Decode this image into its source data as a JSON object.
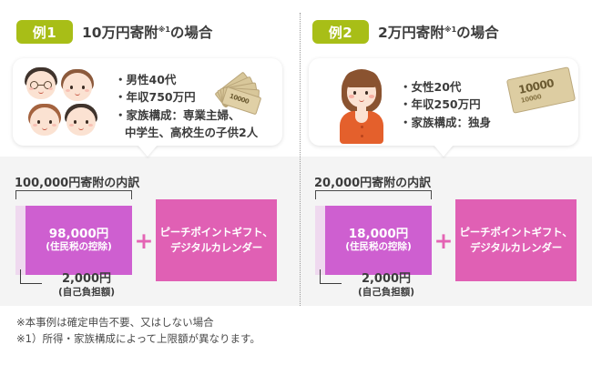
{
  "examples": [
    {
      "badge": "例1",
      "title": "10万円寄附",
      "title_sup": "※1",
      "title_tail": "の場合",
      "persona": {
        "bullets": [
          "・男性40代",
          "・年収750万円",
          "・家族構成：専業主婦、",
          "中学生、高校生の子供2人"
        ],
        "money_icon": "banknote-fan-icon",
        "bill_text": "10000"
      },
      "breakdown_title": "100,000円寄附の内訳",
      "deduction": {
        "amount": "98,000円",
        "label": "(住民税の控除)"
      },
      "plus": "+",
      "gift": {
        "line1": "ピーチポイントギフト、",
        "line2": "デジタルカレンダー"
      },
      "selfpay": {
        "amount": "2,000円",
        "label": "(自己負担額)"
      }
    },
    {
      "badge": "例2",
      "title": "2万円寄附",
      "title_sup": "※1",
      "title_tail": "の場合",
      "persona": {
        "bullets": [
          "・女性20代",
          "・年収250万円",
          "・家族構成：独身"
        ],
        "money_icon": "banknote-icon",
        "bill_text": "10000",
        "bill_sub": "10000"
      },
      "breakdown_title": "20,000円寄附の内訳",
      "deduction": {
        "amount": "18,000円",
        "label": "(住民税の控除)"
      },
      "plus": "+",
      "gift": {
        "line1": "ピーチポイントギフト、",
        "line2": "デジタルカレンダー"
      },
      "selfpay": {
        "amount": "2,000円",
        "label": "(自己負担額)"
      }
    }
  ],
  "notes": [
    "※本事例は確定申告不要、又はしない場合",
    "※1）所得・家族構成によって上限額が異なります。"
  ],
  "colors": {
    "badge_green": "#a8be17",
    "deduction_purple": "#ce5fd0",
    "selfpay_lavender": "#efd9ef",
    "gift_magenta": "#e060b4",
    "plus_pink": "#e464b4",
    "band_gray": "#f4f4f4",
    "text": "#3c3c3c"
  }
}
